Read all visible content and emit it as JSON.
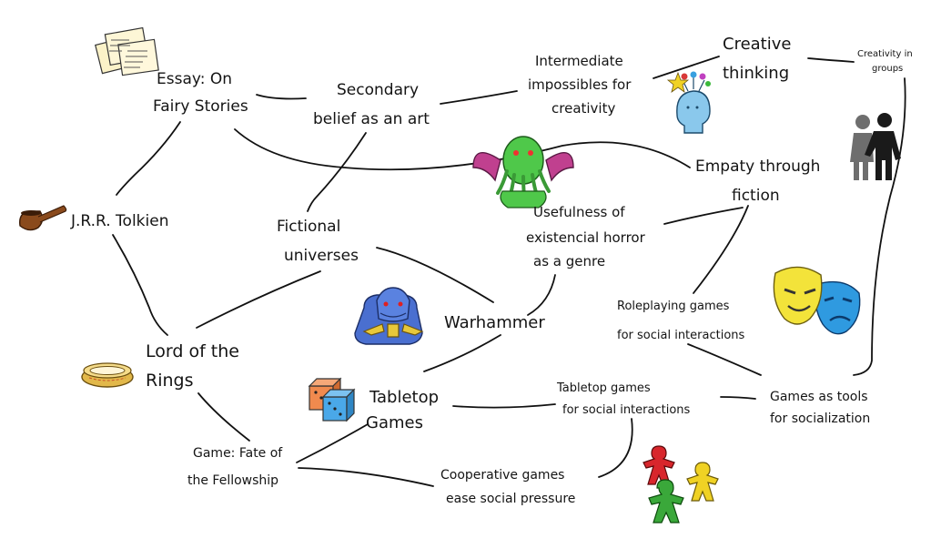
{
  "nodes": {
    "essay": {
      "lines": [
        "Essay: On",
        "Fairy Stories"
      ]
    },
    "secondary_belief": {
      "lines": [
        "Secondary",
        "belief as an art"
      ]
    },
    "intermediate": {
      "lines": [
        "Intermediate",
        "impossibles for",
        "creativity"
      ]
    },
    "creative_thinking": {
      "lines": [
        "Creative",
        "thinking"
      ]
    },
    "creativity_groups": {
      "lines": [
        "Creativity in",
        "groups"
      ]
    },
    "empathy": {
      "lines": [
        "Empaty through",
        "fiction"
      ]
    },
    "tolkien": {
      "lines": [
        "J.R.R. Tolkien"
      ]
    },
    "fictional_universes": {
      "lines": [
        "Fictional",
        "universes"
      ]
    },
    "horror": {
      "lines": [
        "Usefulness of",
        "existencial horror",
        "as a genre"
      ]
    },
    "warhammer": {
      "lines": [
        "Warhammer"
      ]
    },
    "roleplaying": {
      "lines": [
        "Roleplaying games",
        "for social interactions"
      ]
    },
    "lotr": {
      "lines": [
        "Lord of the",
        "Rings"
      ]
    },
    "tabletop": {
      "lines": [
        "Tabletop",
        "Games"
      ]
    },
    "tabletop_social": {
      "lines": [
        "Tabletop games",
        "for social interactions"
      ]
    },
    "games_tools": {
      "lines": [
        "Games as tools",
        "for socialization"
      ]
    },
    "fate_fellowship": {
      "lines": [
        "Game: Fate of",
        "the Fellowship"
      ]
    },
    "cooperative": {
      "lines": [
        "Cooperative games",
        "ease social pressure"
      ]
    }
  },
  "edges": [
    [
      "essay",
      "secondary_belief"
    ],
    [
      "secondary_belief",
      "intermediate"
    ],
    [
      "intermediate",
      "creative_thinking"
    ],
    [
      "creative_thinking",
      "creativity_groups"
    ],
    [
      "creativity_groups",
      "games_tools"
    ],
    [
      "essay",
      "tolkien"
    ],
    [
      "essay",
      "empathy"
    ],
    [
      "secondary_belief",
      "fictional_universes"
    ],
    [
      "tolkien",
      "lotr"
    ],
    [
      "fictional_universes",
      "lotr"
    ],
    [
      "fictional_universes",
      "warhammer"
    ],
    [
      "horror",
      "warhammer"
    ],
    [
      "horror",
      "empathy"
    ],
    [
      "empathy",
      "roleplaying"
    ],
    [
      "roleplaying",
      "games_tools"
    ],
    [
      "warhammer",
      "tabletop"
    ],
    [
      "tabletop",
      "tabletop_social"
    ],
    [
      "tabletop_social",
      "games_tools"
    ],
    [
      "tabletop_social",
      "cooperative"
    ],
    [
      "lotr",
      "fate_fellowship"
    ],
    [
      "fate_fellowship",
      "tabletop"
    ],
    [
      "fate_fellowship",
      "cooperative"
    ]
  ],
  "illustrations": {
    "papers": "papers-icon",
    "pipe": "pipe-icon",
    "ring": "ring-icon",
    "dice": "dice-icon",
    "warhammer_marine": "space-marine-icon",
    "cthulhu": "cthulhu-icon",
    "idea_head": "idea-head-icon",
    "people": "people-icon",
    "masks": "theater-masks-icon",
    "meeples": "meeples-icon"
  },
  "colors": {
    "ink": "#141414",
    "cthulhu_green": "#4fc84a",
    "cthulhu_wing": "#c0408f",
    "marine_blue": "#4a6fd0",
    "marine_gold": "#e8c83a",
    "mask_yellow": "#f3e33a",
    "mask_blue": "#2f9ae0",
    "dice_orange": "#f08a4e",
    "dice_blue": "#4aa8e8",
    "ring_gold": "#e2b84a",
    "pipe_brown": "#8a4a1c",
    "meeple_red": "#d8262c",
    "meeple_green": "#3aa83a",
    "meeple_yellow": "#f0d224",
    "people_gray": "#6e6e6e"
  }
}
